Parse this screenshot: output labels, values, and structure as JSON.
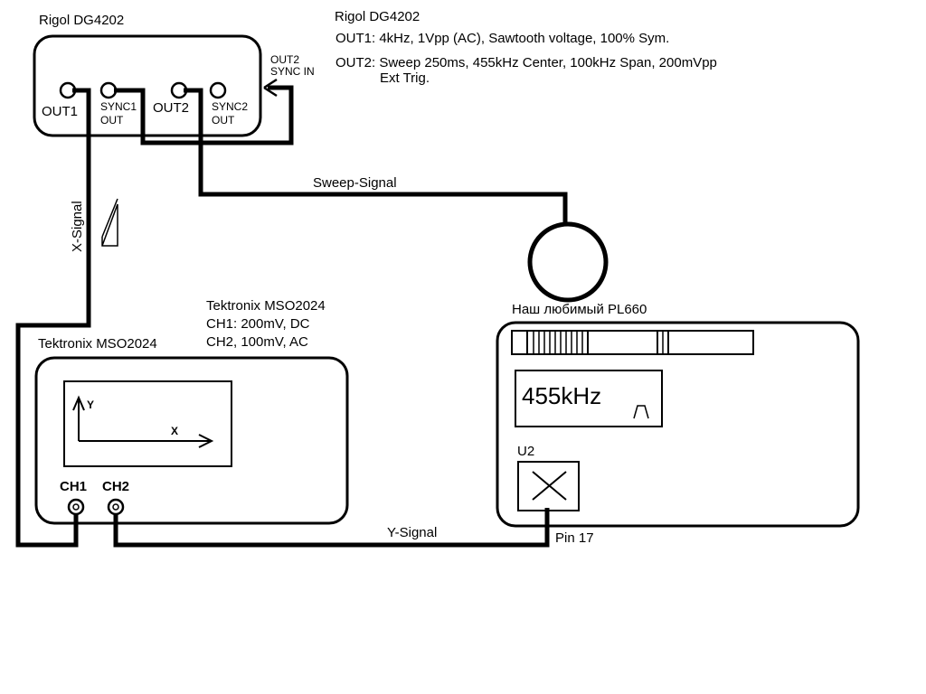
{
  "generator": {
    "box_label": "Rigol DG4202",
    "info_title": "Rigol DG4202",
    "info_out1": "OUT1: 4kHz, 1Vpp (AC), Sawtooth voltage, 100% Sym.",
    "info_out2": "OUT2: Sweep 250ms, 455kHz Center, 100kHz Span, 200mVpp",
    "info_out2_cont": "Ext Trig.",
    "ports": {
      "out1": "OUT1",
      "sync1_a": "SYNC1",
      "sync1_b": "OUT",
      "out2": "OUT2",
      "sync2_a": "SYNC2",
      "sync2_b": "OUT"
    },
    "sync_in_a": "OUT2",
    "sync_in_b": "SYNC IN"
  },
  "signals": {
    "x_signal": "X-Signal",
    "sweep_signal": "Sweep-Signal",
    "y_signal": "Y-Signal",
    "pin": "Pin 17"
  },
  "scope": {
    "box_label": "Tektronix MSO2024",
    "info_title": "Tektronix MSO2024",
    "info_ch1": "CH1: 200mV, DC",
    "info_ch2": "CH2, 100mV, AC",
    "ch1": "CH1",
    "ch2": "CH2",
    "axis_y": "Y",
    "axis_x": "X"
  },
  "receiver": {
    "box_label": "Наш любимый PL660",
    "display": "455kHz",
    "chip_label": "U2"
  }
}
